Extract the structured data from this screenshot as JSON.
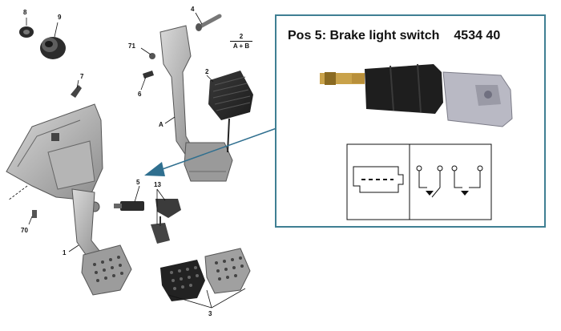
{
  "callout": {
    "title": "Pos 5: Brake light switch",
    "part_number": "4534 40"
  },
  "fraction": {
    "numerator": "2",
    "denominator": "A + B"
  },
  "labels": {
    "pos8": "8",
    "pos9": "9",
    "pos4": "4",
    "pos71": "71",
    "pos7": "7",
    "pos6": "6",
    "pos2": "2",
    "posA": "A",
    "pos5": "5",
    "pos13": "13",
    "pos70": "70",
    "pos1": "1",
    "pos3": "3"
  },
  "colors": {
    "callout_border": "#3f7f93",
    "pointer_arrow": "#2f6f8f",
    "part_grey": "#8a8a8a",
    "dark_part": "#2b2b2b"
  }
}
